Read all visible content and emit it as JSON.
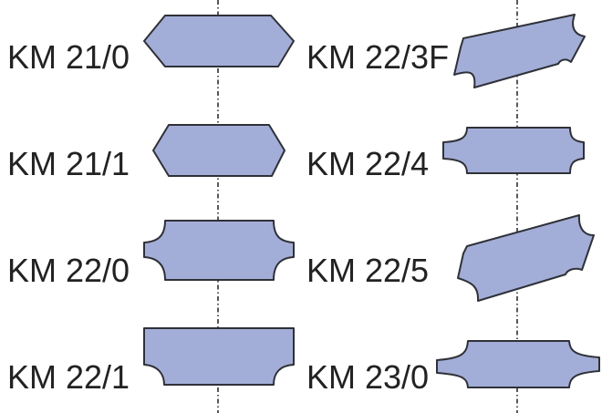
{
  "colors": {
    "profile_fill": "#a3aed8",
    "profile_stroke": "#2f3138",
    "label_text": "#222222",
    "centerline": "#111111"
  },
  "profiles": [
    {
      "id": "km-21-0",
      "label": "KM 21/0"
    },
    {
      "id": "km-21-1",
      "label": "KM 21/1"
    },
    {
      "id": "km-22-0",
      "label": "KM 22/0"
    },
    {
      "id": "km-22-1",
      "label": "KM 22/1"
    },
    {
      "id": "km-22-3f",
      "label": "KM 22/3F"
    },
    {
      "id": "km-22-4",
      "label": "KM 22/4"
    },
    {
      "id": "km-22-5",
      "label": "KM 22/5"
    },
    {
      "id": "km-23-0",
      "label": "KM 23/0"
    }
  ]
}
